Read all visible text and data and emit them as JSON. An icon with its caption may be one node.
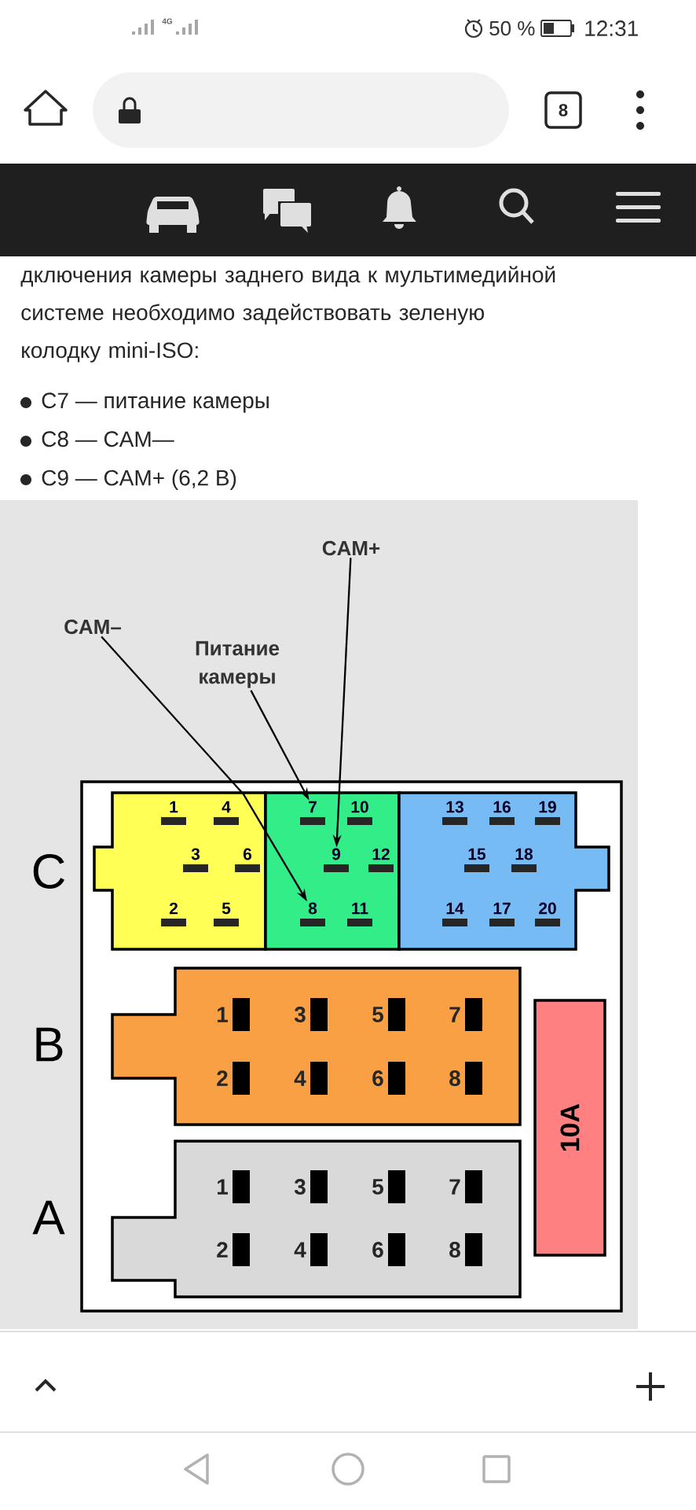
{
  "diagram": {
    "nodes": [
      {
        "text": [
          "CAM+"
        ]
      },
      {
        "text": [
          "CAM–"
        ]
      },
      {
        "text": [
          "Питание камеры"
        ]
      },
      {
        "text": [],
        "shape": "box"
      },
      {
        "text": [],
        "shape": "box",
        "in": 3
      },
      {
        "text": [
          "1"
        ],
        "in": 4
      },
      {
        "text": [
          "4"
        ],
        "in": 4
      },
      {
        "text": [
          "3"
        ],
        "in": 4
      },
      {
        "text": [
          "6"
        ],
        "in": 4
      },
      {
        "text": [
          "2"
        ],
        "in": 4
      },
      {
        "text": [
          "5"
        ],
        "in": 4
      },
      {
        "text": [],
        "shape": "box",
        "in": 3
      },
      {
        "text": [
          "7"
        ],
        "in": 11
      },
      {
        "text": [
          "10"
        ],
        "in": 11
      },
      {
        "text": [
          "9"
        ],
        "in": 11
      },
      {
        "text": [
          "12"
        ],
        "in": 11
      },
      {
        "text": [
          "8"
        ],
        "in": 11
      },
      {
        "text": [
          "11"
        ],
        "in": 11
      },
      {
        "text": [],
        "shape": "box",
        "in": 3
      },
      {
        "text": [
          "13"
        ],
        "in": 18
      },
      {
        "text": [
          "16"
        ],
        "in": 18
      },
      {
        "text": [
          "19"
        ],
        "in": 18
      },
      {
        "text": [
          "15"
        ],
        "in": 18
      },
      {
        "text": [
          "18"
        ],
        "in": 18
      },
      {
        "text": [
          "14"
        ],
        "in": 18
      },
      {
        "text": [
          "17"
        ],
        "in": 18
      },
      {
        "text": [
          "20"
        ],
        "in": 18
      },
      {
        "text": [],
        "shape": "box",
        "in": 3
      },
      {
        "text": [
          "1"
        ],
        "in": 27
      },
      {
        "text": [
          "3"
        ],
        "in": 27
      },
      {
        "text": [
          "5"
        ],
        "in": 27
      },
      {
        "text": [
          "7"
        ],
        "in": 27
      },
      {
        "text": [
          "2"
        ],
        "in": 27
      },
      {
        "text": [
          "4"
        ],
        "in": 27
      },
      {
        "text": [
          "6"
        ],
        "in": 27
      },
      {
        "text": [
          "8"
        ],
        "in": 27
      },
      {
        "text": [],
        "shape": "box",
        "in": 3
      },
      {
        "text": [
          "1"
        ],
        "in": 36
      },
      {
        "text": [
          "3"
        ],
        "in": 36
      },
      {
        "text": [
          "5"
        ],
        "in": 36
      },
      {
        "text": [
          "7"
        ],
        "in": 36
      },
      {
        "text": [
          "2"
        ],
        "in": 36
      },
      {
        "text": [
          "4"
        ],
        "in": 36
      },
      {
        "text": [
          "6"
        ],
        "in": 36
      },
      {
        "text": [
          "8"
        ],
        "in": 36
      },
      {
        "text": [
          "10A"
        ],
        "in": 3
      }
    ],
    "edges": [
      {
        "from": 0,
        "to": 14,
        "arrow": "to"
      },
      {
        "from": 1,
        "to": 16,
        "arrow": "to"
      },
      {
        "from": 2,
        "to": 12,
        "arrow": "to"
      }
    ],
    "labels": [
      "4G",
      "50 %",
      "12:31",
      "8",
      "дключения камеры заднего вида к мультимедийной системе необходимо задействовать зеленую колодку mini-ISO:",
      "C7 — питание камеры",
      "C8 — CAM—",
      "C9 — CAM+ (6,2 В)",
      "C",
      "B",
      "A"
    ]
  }
}
